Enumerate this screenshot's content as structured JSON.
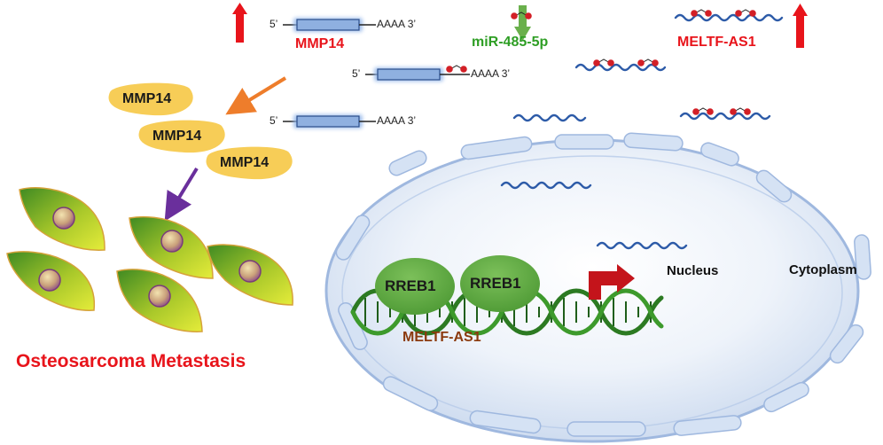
{
  "mrna": {
    "five_prime": "5’",
    "polyA": "AAAA 3’"
  },
  "labels": {
    "mmp14_top": "MMP14",
    "mir": "miR-485-5p",
    "meltf_top": "MELTF-AS1",
    "blob1": "MMP14",
    "blob2": "MMP14",
    "blob3": "MMP14",
    "rreb1_a": "RREB1",
    "rreb1_b": "RREB1",
    "meltf_dna": "MELTF-AS1",
    "nucleus": "Nucleus",
    "cytoplasm": "Cytoplasm",
    "outcome": "Osteosarcoma Metastasis"
  },
  "colors": {
    "up_arrow": "#e8141b",
    "down_arrow": "#6ab04c",
    "mmp14_blob": "#f7cd57",
    "mir_label": "#2e9e24",
    "meltf_dna_label": "#8b3a0e",
    "rna_strand": "#2d5ba8",
    "mirna_bead": "#d31f26",
    "rreb1": "#5ea83d",
    "promoter_arrow": "#c4141b",
    "cell_fill": "#c8d82a",
    "nucleus_fill": "#dbe6f5"
  }
}
